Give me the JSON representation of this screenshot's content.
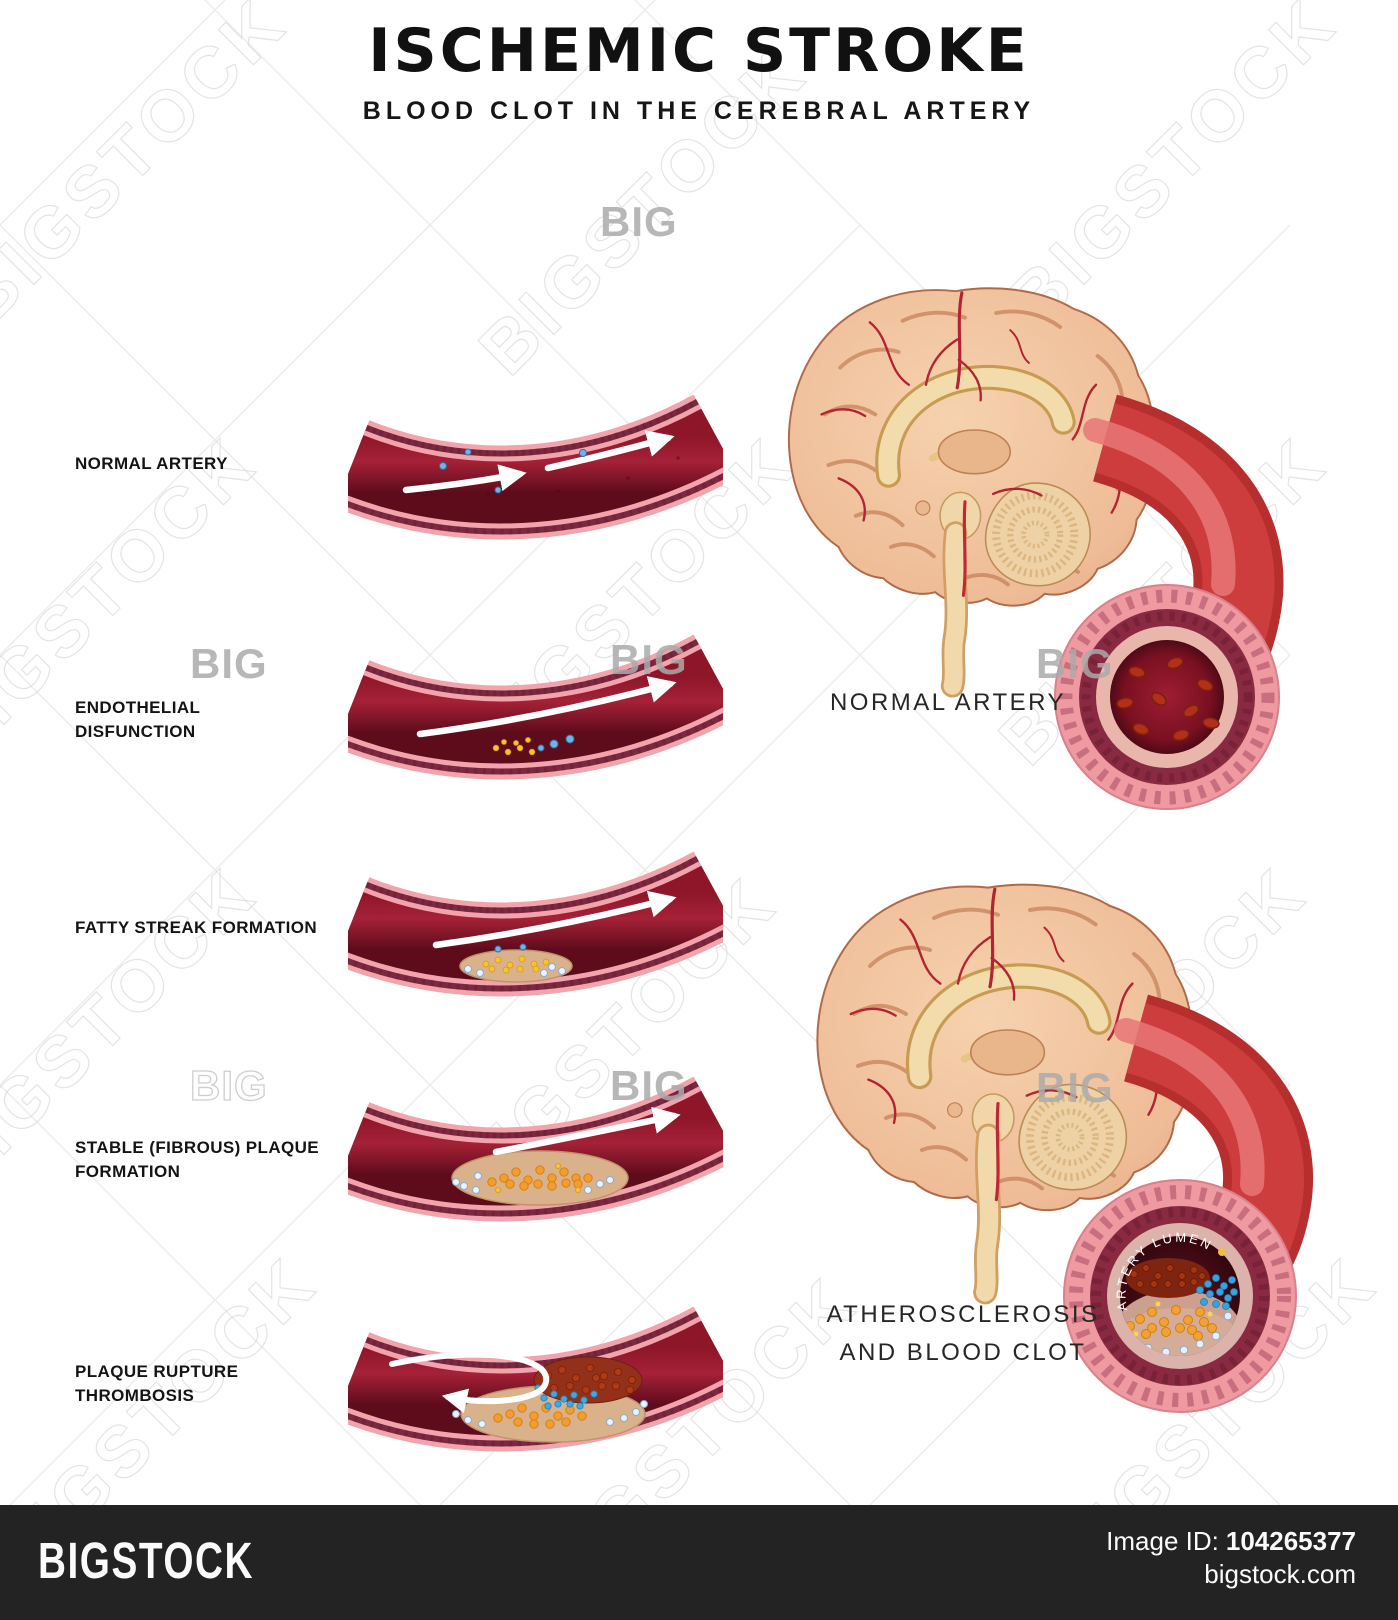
{
  "header": {
    "title": "ISCHEMIC STROKE",
    "subtitle": "BLOOD CLOT IN THE CEREBRAL ARTERY"
  },
  "stages": [
    {
      "label": "NORMAL ARTERY"
    },
    {
      "label": "ENDOTHELIAL DISFUNCTION"
    },
    {
      "label": "FATTY STREAK FORMATION"
    },
    {
      "label": "STABLE (FIBROUS) PLAQUE FORMATION"
    },
    {
      "label": "PLAQUE RUPTURE THROMBOSIS"
    }
  ],
  "right_panels": {
    "normal": {
      "label": "NORMAL ARTERY"
    },
    "diseased": {
      "label_line1": "ATHEROSCLEROSIS",
      "label_line2": "AND BLOOD CLOT",
      "lumen_label": "ARTERY LUMEN"
    }
  },
  "watermarks": {
    "brand": "BIGSTOCK",
    "short": "BIG"
  },
  "footer": {
    "logo": "BIGSTOCK",
    "image_id_label": "Image ID:",
    "image_id": "104265377",
    "website": "bigstock.com"
  },
  "colors": {
    "artery_wall_pink": "#f2a3ab",
    "artery_adventitia_maroon": "#7c2840",
    "artery_lumen_red": "#8e1628",
    "brain_cortex_tan": "#eebb96",
    "plaque_tan": "#d9b28c",
    "lipid_orange": "#f29d2f",
    "clot_blue": "#3fa9e0",
    "thrombus_dark_red": "#7e2410",
    "footer_bar": "#232323",
    "watermark_gray": "#ababab"
  }
}
